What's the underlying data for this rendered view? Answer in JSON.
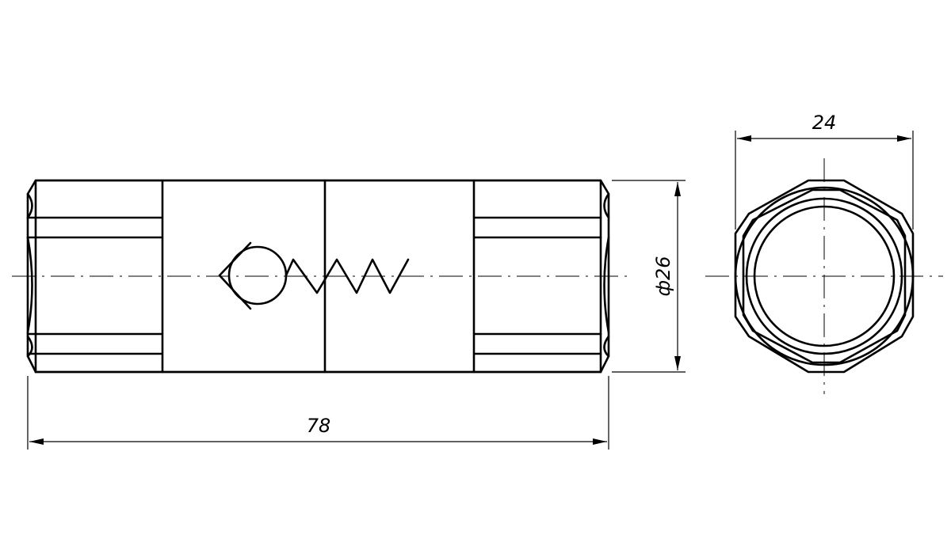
{
  "dimensions": {
    "length": "78",
    "diameter": "ф26",
    "across_flats": "24"
  },
  "views": {
    "side_view": "side-view",
    "end_view": "end-view"
  }
}
